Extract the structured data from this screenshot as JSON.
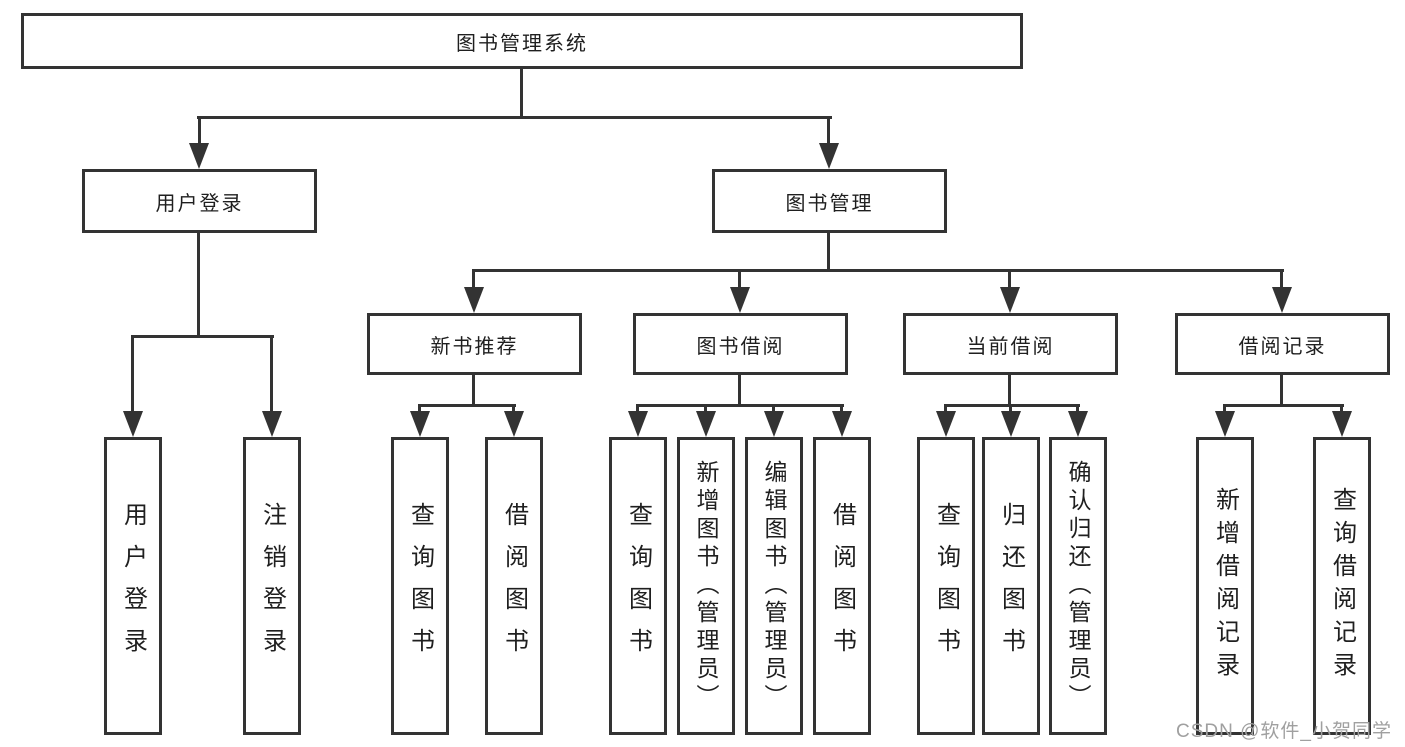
{
  "nodes": {
    "root": "图书管理系统",
    "user_login": "用户登录",
    "book_management": "图书管理",
    "new_book_recommend": "新书推荐",
    "book_borrow": "图书借阅",
    "current_borrow": "当前借阅",
    "borrow_records": "借阅记录",
    "leaves": {
      "login": [
        "用户登录",
        "注销登录"
      ],
      "recommend": [
        "查询图书",
        "借阅图书"
      ],
      "borrow": [
        "查询图书",
        "新增图书（管理员）",
        "编辑图书（管理员）",
        "借阅图书"
      ],
      "current": [
        "查询图书",
        "归还图书",
        "确认归还（管理员）"
      ],
      "records": [
        "新增借阅记录",
        "查询借阅记录"
      ]
    }
  },
  "watermark": "CSDN @软件_小贺同学",
  "colors": {
    "line": "#333333",
    "text": "#1f1f1f",
    "watermark": "#a0a0a0"
  }
}
